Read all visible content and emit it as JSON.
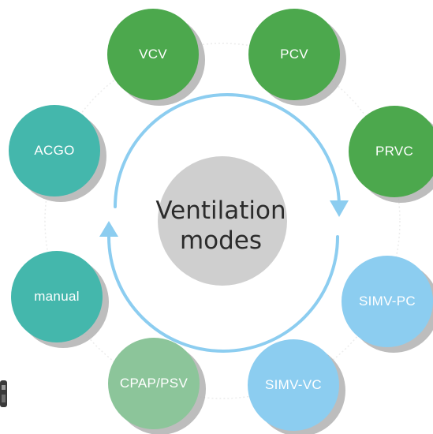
{
  "diagram": {
    "center_label_line1": "Ventilation",
    "center_label_line2": "modes",
    "modes": [
      {
        "key": "vcv",
        "label": "VCV",
        "color": "#4ca84d"
      },
      {
        "key": "pcv",
        "label": "PCV",
        "color": "#4ca84d"
      },
      {
        "key": "prvc",
        "label": "PRVC",
        "color": "#4ca84d"
      },
      {
        "key": "simv-pc",
        "label": "SIMV-PC",
        "color": "#8ccdf0"
      },
      {
        "key": "simv-vc",
        "label": "SIMV-VC",
        "color": "#8ccdf0"
      },
      {
        "key": "cpap-psv",
        "label": "CPAP/PSV",
        "color": "#8cc59a"
      },
      {
        "key": "manual",
        "label": "manual",
        "color": "#44b7ac"
      },
      {
        "key": "acgo",
        "label": "ACGO",
        "color": "#44b7ac"
      }
    ],
    "colors": {
      "arrow": "#8ccdf0",
      "center_fill": "#cfcfcf",
      "guide_circle": "#e6e6e6",
      "shadow": "#b2b2b2"
    }
  }
}
